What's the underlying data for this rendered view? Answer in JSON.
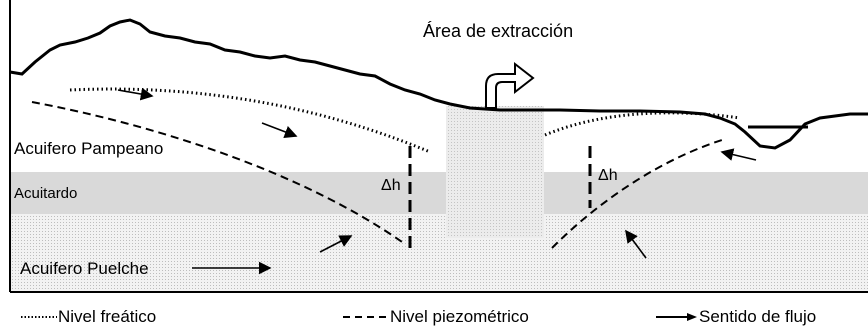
{
  "labels": {
    "extraction_area": "Área de extracción",
    "pampeano": "Acuifero Pampeano",
    "acuitardo": "Acuitardo",
    "puelche": "Acuifero Puelche",
    "delta_h_left": "Δh",
    "delta_h_right": "Δh"
  },
  "legend": {
    "water_table": "Nivel freático",
    "piezometric": "Nivel piezométrico",
    "flow": "Sentido de flujo"
  },
  "colors": {
    "aquitard_fill": "#d9d9d9",
    "puelche_fill": "#eeeeee",
    "extraction_fill": "#e6e6e6",
    "line": "#000000"
  }
}
